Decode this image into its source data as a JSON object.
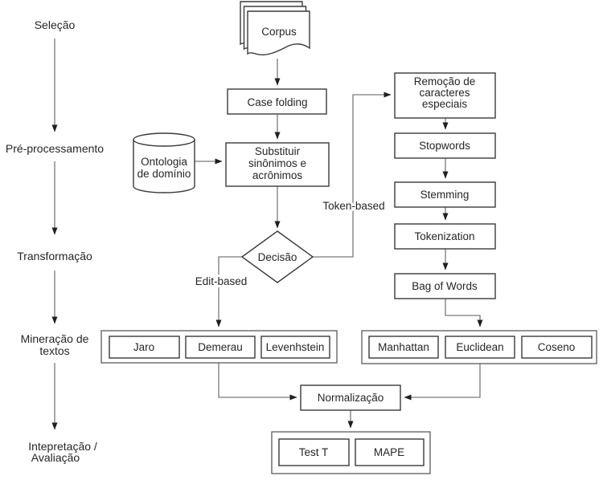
{
  "stages": {
    "selecao": "Seleção",
    "pre_processamento": "Pré-processamento",
    "transformacao": "Transformação",
    "mineracao": [
      "Mineração de",
      "textos"
    ],
    "interpretacao": [
      "Intepretação /",
      "Avaliação"
    ]
  },
  "nodes": {
    "corpus": "Corpus",
    "case_folding": "Case folding",
    "ontologia": [
      "Ontologia",
      "de domínio"
    ],
    "substituir": [
      "Substituir",
      "sinônimos e",
      "acrônimos"
    ],
    "decisao": "Decisão",
    "remocao": [
      "Remoção de",
      "caracteres",
      "especiais"
    ],
    "stopwords": "Stopwords",
    "stemming": "Stemming",
    "tokenization": "Tokenization",
    "bag_of_words": "Bag of Words",
    "jaro": "Jaro",
    "demerau": "Demerau",
    "levenhstein": "Levenhstein",
    "manhattan": "Manhattan",
    "euclidean": "Euclidean",
    "coseno": "Coseno",
    "normalizacao": "Normalização",
    "test_t": "Test T",
    "mape": "MAPE"
  },
  "edge_labels": {
    "edit_based": "Edit-based",
    "token_based": "Token-based"
  },
  "colors": {
    "background": "#ffffff",
    "shape_fill": "#ffffff",
    "shape_stroke": "#3a3a3a",
    "group_stroke": "#5a5a5a",
    "connector": "#7a7a7a",
    "arrow": "#1f1f1f",
    "text": "#262626"
  }
}
